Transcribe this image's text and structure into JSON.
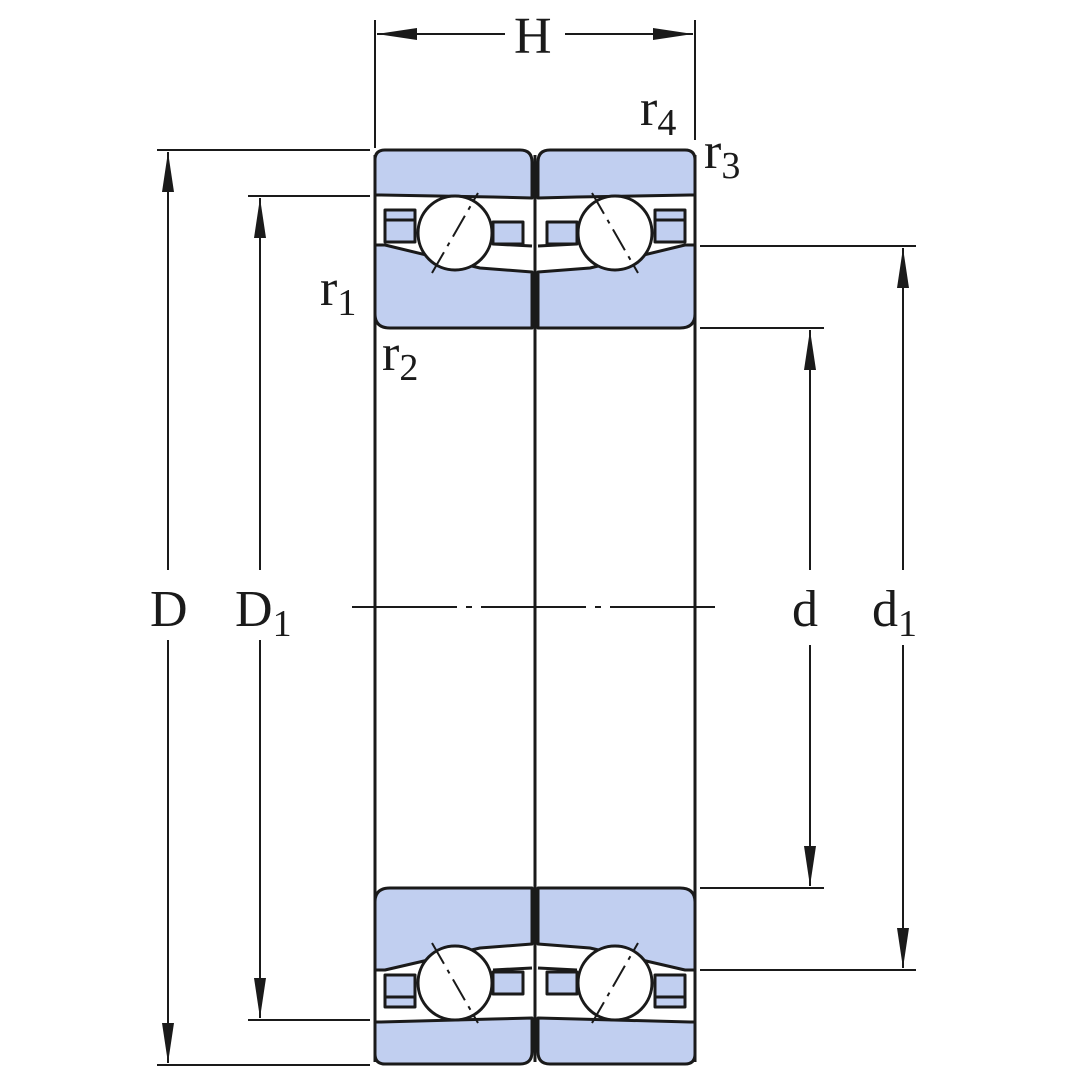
{
  "colors": {
    "ring_fill": "#c1cff0",
    "stroke": "#1a1a1a",
    "background": "#ffffff"
  },
  "labels": {
    "H": "H",
    "D": "D",
    "D1_main": "D",
    "D1_sub": "1",
    "d": "d",
    "d1_main": "d",
    "d1_sub": "1",
    "r1_main": "r",
    "r1_sub": "1",
    "r2_main": "r",
    "r2_sub": "2",
    "r3_main": "r",
    "r3_sub": "3",
    "r4_main": "r",
    "r4_sub": "4"
  }
}
